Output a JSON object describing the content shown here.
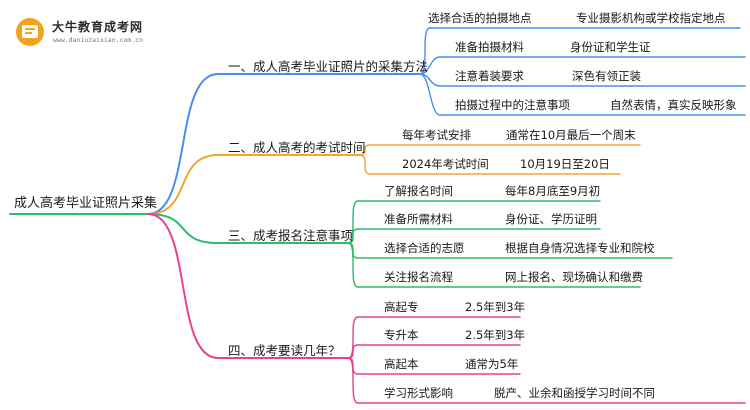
{
  "brand": {
    "name": "大牛教育成考网",
    "url": "www.daniuzaixian.com.cn"
  },
  "root": "成人高考毕业证照片采集",
  "colors": {
    "b1": "#4a8df0",
    "b2": "#f4a52a",
    "b3": "#2fba6f",
    "b4": "#e8418f"
  },
  "branches": [
    {
      "label": "一、成人高考毕业证照片的采集方法",
      "items": [
        {
          "k": "选择合适的拍摄地点",
          "v": "专业摄影机构或学校指定地点"
        },
        {
          "k": "准备拍摄材料",
          "v": "身份证和学生证"
        },
        {
          "k": "注意着装要求",
          "v": "深色有领正装"
        },
        {
          "k": "拍摄过程中的注意事项",
          "v": "自然表情，真实反映形象"
        }
      ]
    },
    {
      "label": "二、成人高考的考试时间",
      "items": [
        {
          "k": "每年考试安排",
          "v": "通常在10月最后一个周末"
        },
        {
          "k": "2024年考试时间",
          "v": "10月19日至20日"
        }
      ]
    },
    {
      "label": "三、成考报名注意事项",
      "items": [
        {
          "k": "了解报名时间",
          "v": "每年8月底至9月初"
        },
        {
          "k": "准备所需材料",
          "v": "身份证、学历证明"
        },
        {
          "k": "选择合适的志愿",
          "v": "根据自身情况选择专业和院校"
        },
        {
          "k": "关注报名流程",
          "v": "网上报名、现场确认和缴费"
        }
      ]
    },
    {
      "label": "四、成考要读几年？",
      "items": [
        {
          "k": "高起专",
          "v": "2.5年到3年"
        },
        {
          "k": "专升本",
          "v": "2.5年到3年"
        },
        {
          "k": "高起本",
          "v": "通常为5年"
        },
        {
          "k": "学习形式影响",
          "v": "脱产、业余和函授学习时间不同"
        }
      ]
    }
  ]
}
